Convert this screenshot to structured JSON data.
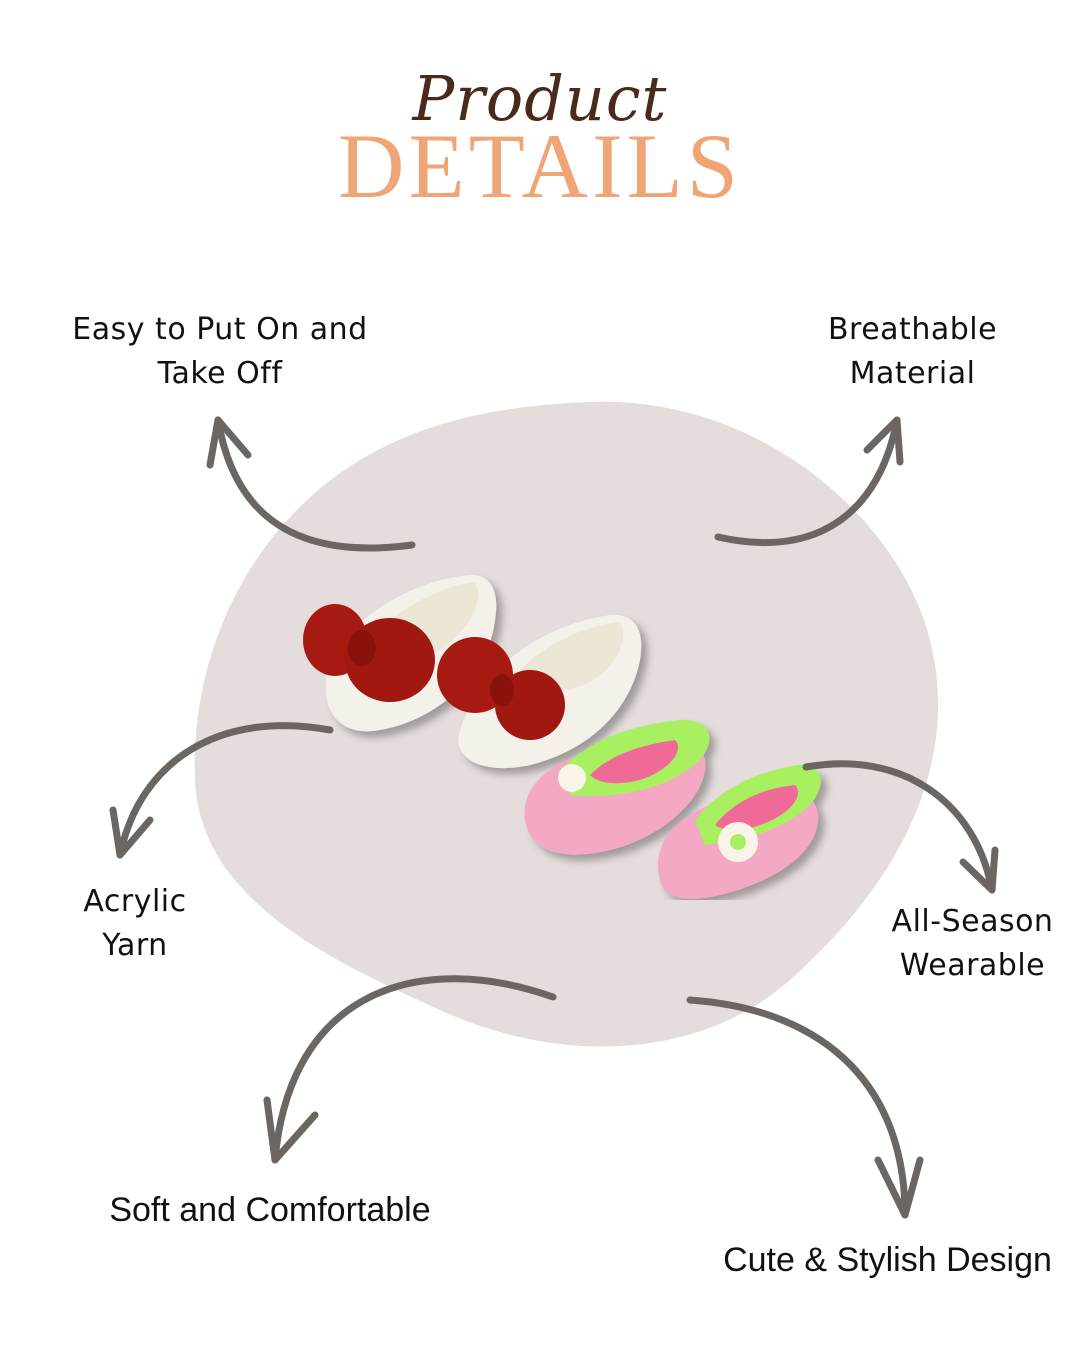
{
  "header": {
    "script_title": "Product",
    "main_title": "DETAILS"
  },
  "colors": {
    "script_title": "#4a2a1a",
    "main_title": "#f0a576",
    "blob": "#e5dcdc",
    "arrow": "#6b6662",
    "label": "#111111"
  },
  "product": {
    "name": "Crocheted baby booties set",
    "items": [
      {
        "name": "white-booties-with-red-bow",
        "main_color": "#f4f1ea",
        "accent_color": "#a61a12"
      },
      {
        "name": "pink-booties-with-green-trim-and-flower",
        "main_color": "#f4a8c4",
        "accent_color": "#a8f060"
      }
    ]
  },
  "features": [
    {
      "id": "easy-on-off",
      "line1": "Easy to Put On and",
      "line2": "Take Off"
    },
    {
      "id": "breathable",
      "line1": "Breathable",
      "line2": "Material"
    },
    {
      "id": "acrylic",
      "line1": "Acrylic",
      "line2": "Yarn"
    },
    {
      "id": "all-season",
      "line1": "All-Season",
      "line2": "Wearable"
    },
    {
      "id": "soft",
      "line1": "Soft and Comfortable",
      "line2": ""
    },
    {
      "id": "cute",
      "line1": "Cute & Stylish Design",
      "line2": ""
    }
  ]
}
